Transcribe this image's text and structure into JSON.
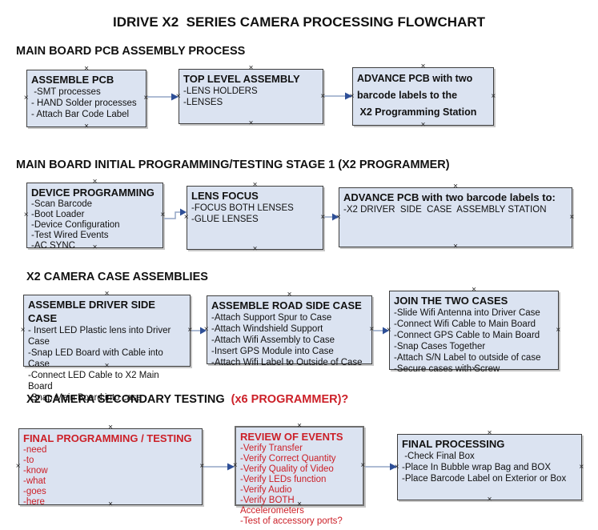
{
  "title": "IDRIVE X2  SERIES CAMERA PROCESSING FLOWCHART",
  "colors": {
    "text": "#111111",
    "red": "#cc2028",
    "box_fill": "#dbe3f1",
    "box_border": "#3d3d3d",
    "arrow_line": "#93a5c5",
    "arrow_head": "#2e4f97"
  },
  "icons": {
    "connector_handle": "×"
  },
  "sections": [
    {
      "heading": "MAIN BOARD PCB ASSEMBLY PROCESS",
      "boxes": [
        {
          "header": "ASSEMBLE PCB",
          "items": [
            " -SMT processes",
            "- HAND Solder processes",
            "- Attach Bar Code Label"
          ]
        },
        {
          "header": "TOP LEVEL ASSEMBLY",
          "items": [
            "-LENS HOLDERS",
            "-LENSES"
          ]
        },
        {
          "header": "ADVANCE PCB with two",
          "items": [
            "barcode labels to the",
            " X2 Programming Station"
          ]
        }
      ]
    },
    {
      "heading": "MAIN BOARD INITIAL PROGRAMMING/TESTING STAGE 1 (X2 PROGRAMMER)",
      "boxes": [
        {
          "header": "DEVICE PROGRAMMING",
          "items": [
            "-Scan Barcode",
            "-Boot Loader",
            "-Device Configuration",
            "-Test Wired Events",
            "-AC SYNC"
          ]
        },
        {
          "header": "LENS FOCUS",
          "items": [
            "-FOCUS BOTH LENSES",
            "-GLUE LENSES"
          ]
        },
        {
          "header": "ADVANCE PCB with two barcode labels to:",
          "items": [
            "-X2 DRIVER  SIDE  CASE  ASSEMBLY STATION"
          ]
        }
      ]
    },
    {
      "heading": "X2 CAMERA CASE ASSEMBLIES",
      "boxes": [
        {
          "header": "ASSEMBLE DRIVER SIDE CASE",
          "items": [
            "- Insert LED Plastic lens into Driver Case",
            "-Snap LED Board with Cable into Case",
            "-Connect LED Cable to X2 Main Board",
            "-Snap Main Board into case"
          ]
        },
        {
          "header": "ASSEMBLE ROAD SIDE CASE",
          "items": [
            "-Attach Support Spur to Case",
            "-Attach Windshield Support",
            "-Attach Wifi Assembly to Case",
            "-Insert GPS Module into Case",
            "-Attach Wifi Label to Outside of Case"
          ]
        },
        {
          "header": "JOIN THE TWO CASES",
          "items": [
            "-Slide Wifi Antenna into Driver Case",
            "-Connect Wifi Cable to Main Board",
            "-Connect GPS Cable to Main Board",
            "-Snap Cases Together",
            "-Attach S/N Label to outside of case",
            "-Secure cases with Screw"
          ]
        }
      ]
    },
    {
      "heading": "X2 CAMERA SECONDARY TESTING ",
      "heading_red": " (x6 PROGRAMMER)?",
      "boxes": [
        {
          "header": "FINAL PROGRAMMING / TESTING",
          "items": [
            "-need",
            "-to",
            "-know",
            "-what",
            "-goes",
            "-here"
          ]
        },
        {
          "header": "REVIEW OF EVENTS",
          "items": [
            "-Verify Transfer",
            "-Verify Correct Quantity",
            "-Verify Quality of Video",
            "-Verify LEDs function",
            "-Verify Audio",
            "-Verify BOTH Accelerometers",
            "-Test of accessory ports?"
          ]
        },
        {
          "header": "FINAL PROCESSING",
          "items": [
            " -Check Final Box",
            "-Place In Bubble wrap Bag and BOX",
            "-Place Barcode Label on Exterior or Box"
          ]
        }
      ]
    }
  ]
}
